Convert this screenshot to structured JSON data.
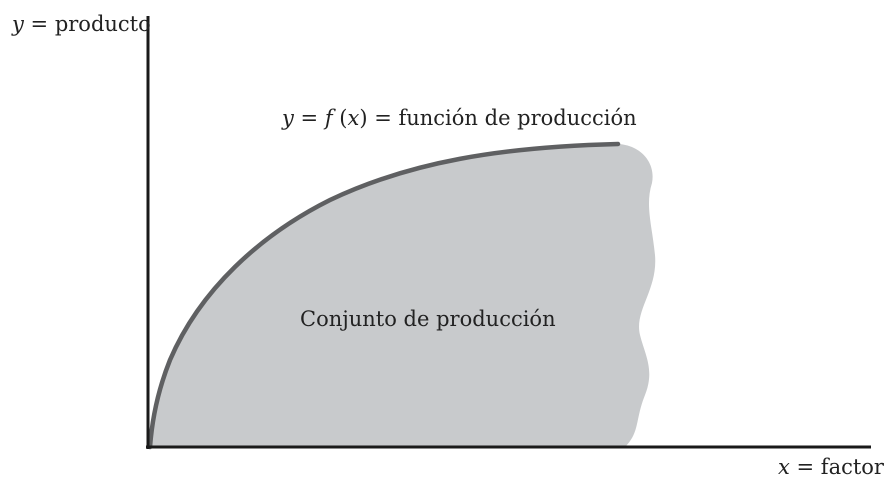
{
  "colors": {
    "axis": "#1a1a1a",
    "curve": "#5f6062",
    "region_fill": "#c8cacc",
    "text": "#222222"
  },
  "y_axis": {
    "var": "y",
    "rest": " = producto"
  },
  "x_axis": {
    "var": "x",
    "rest": " = factor"
  },
  "function_label": {
    "y": "y",
    "eq1": " = ",
    "f": "f",
    "open": " (",
    "x": "x",
    "close": ")",
    "rest": " = función de producción"
  },
  "region_label": "Conjunto de producción"
}
